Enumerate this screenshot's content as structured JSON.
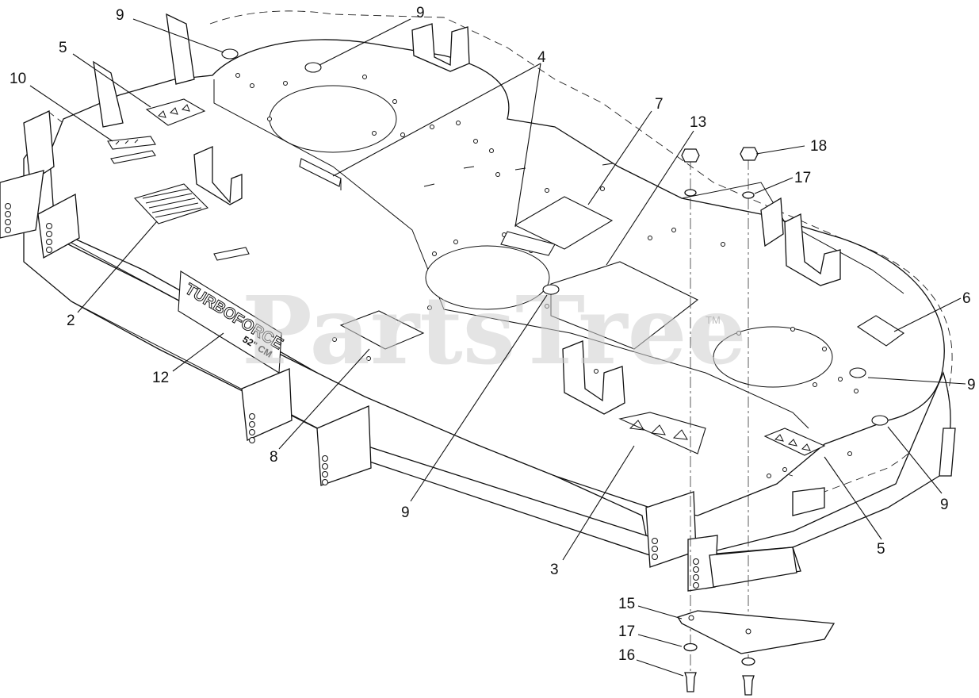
{
  "watermark": {
    "text": "PartsTree",
    "trademark": "TM"
  },
  "decal_text": {
    "brand_line1": "TURBO",
    "brand_line2": "FORCE",
    "size_line": "52\" CM"
  },
  "callouts": [
    {
      "id": "callout-9-top-left",
      "label": "9"
    },
    {
      "id": "callout-9-top-center",
      "label": "9"
    },
    {
      "id": "callout-5-left",
      "label": "5"
    },
    {
      "id": "callout-10",
      "label": "10"
    },
    {
      "id": "callout-4",
      "label": "4"
    },
    {
      "id": "callout-7",
      "label": "7"
    },
    {
      "id": "callout-13",
      "label": "13"
    },
    {
      "id": "callout-18",
      "label": "18"
    },
    {
      "id": "callout-17-top",
      "label": "17"
    },
    {
      "id": "callout-6",
      "label": "6"
    },
    {
      "id": "callout-2",
      "label": "2"
    },
    {
      "id": "callout-12",
      "label": "12"
    },
    {
      "id": "callout-9-right-upper",
      "label": "9"
    },
    {
      "id": "callout-8",
      "label": "8"
    },
    {
      "id": "callout-9-right-lower",
      "label": "9"
    },
    {
      "id": "callout-9-bottom-center",
      "label": "9"
    },
    {
      "id": "callout-5-right",
      "label": "5"
    },
    {
      "id": "callout-3",
      "label": "3"
    },
    {
      "id": "callout-15",
      "label": "15"
    },
    {
      "id": "callout-17-bottom",
      "label": "17"
    },
    {
      "id": "callout-16",
      "label": "16"
    }
  ]
}
